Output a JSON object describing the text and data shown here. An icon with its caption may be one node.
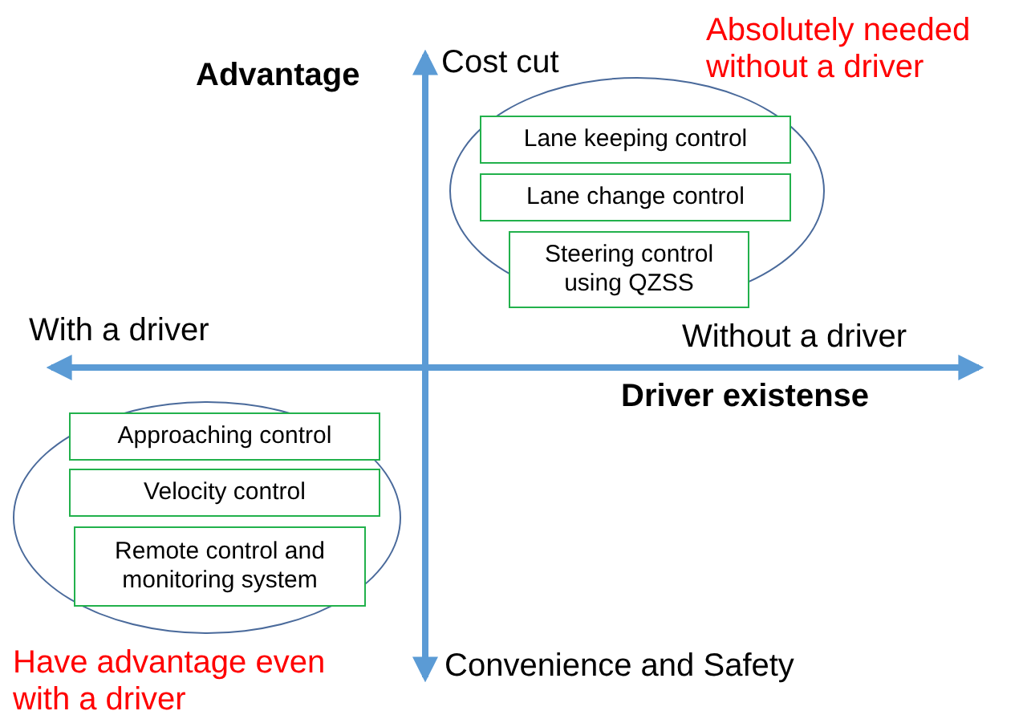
{
  "diagram": {
    "nodes": [
      {
        "text": [],
        "shape": "circle"
      },
      {
        "text": [
          "Lane keeping control"
        ],
        "in": 0
      },
      {
        "text": [
          "Lane change control"
        ],
        "in": 0
      },
      {
        "text": [
          "Steering control using QZSS"
        ],
        "in": 0
      },
      {
        "text": [],
        "shape": "circle"
      },
      {
        "text": [
          "Approaching control"
        ],
        "in": 4
      },
      {
        "text": [
          "Velocity control"
        ],
        "in": 4
      },
      {
        "text": [
          "Remote control and monitoring system"
        ],
        "in": 4
      }
    ],
    "edges": [],
    "labels": [
      "Advantage",
      "Cost cut",
      "Absolutely needed without a driver",
      "With a driver",
      "Without a driver",
      "Driver existense",
      "Convenience and Safety",
      "Have advantage even with a driver"
    ]
  }
}
